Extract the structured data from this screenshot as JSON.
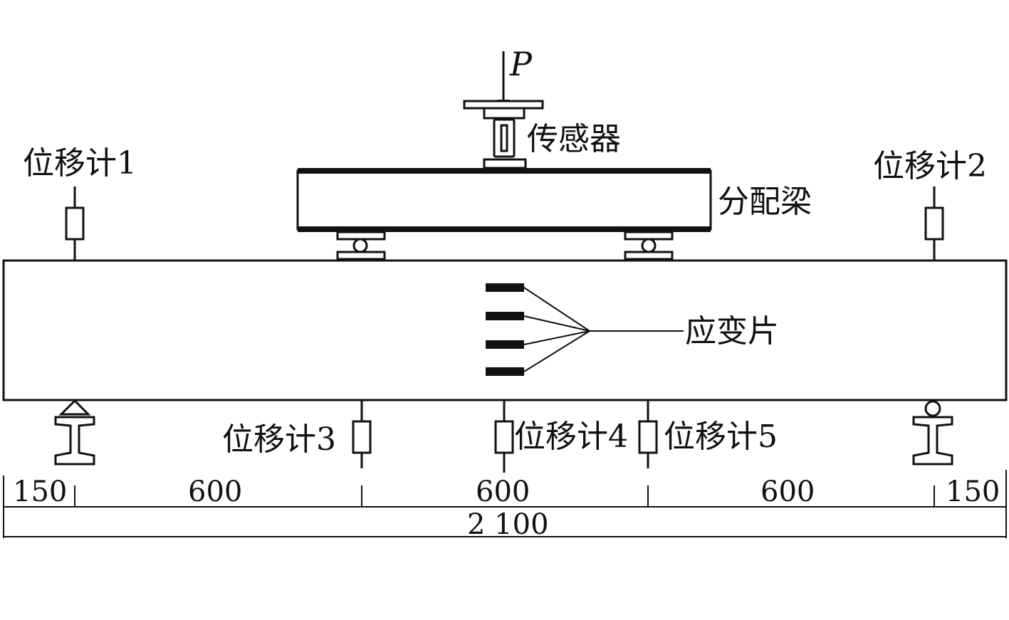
{
  "load": {
    "symbol": "P"
  },
  "labels": {
    "sensor": "传感器",
    "distribution_beam": "分配梁",
    "strain_gauge": "应变片",
    "gauge_1": "位移计1",
    "gauge_2": "位移计2",
    "gauge_3": "位移计3",
    "gauge_4": "位移计4",
    "gauge_5": "位移计5"
  },
  "dimensions": {
    "segments": [
      "150",
      "600",
      "600",
      "600",
      "150"
    ],
    "total": "2 100"
  },
  "colors": {
    "line": "#111111",
    "fill": "#ffffff"
  }
}
